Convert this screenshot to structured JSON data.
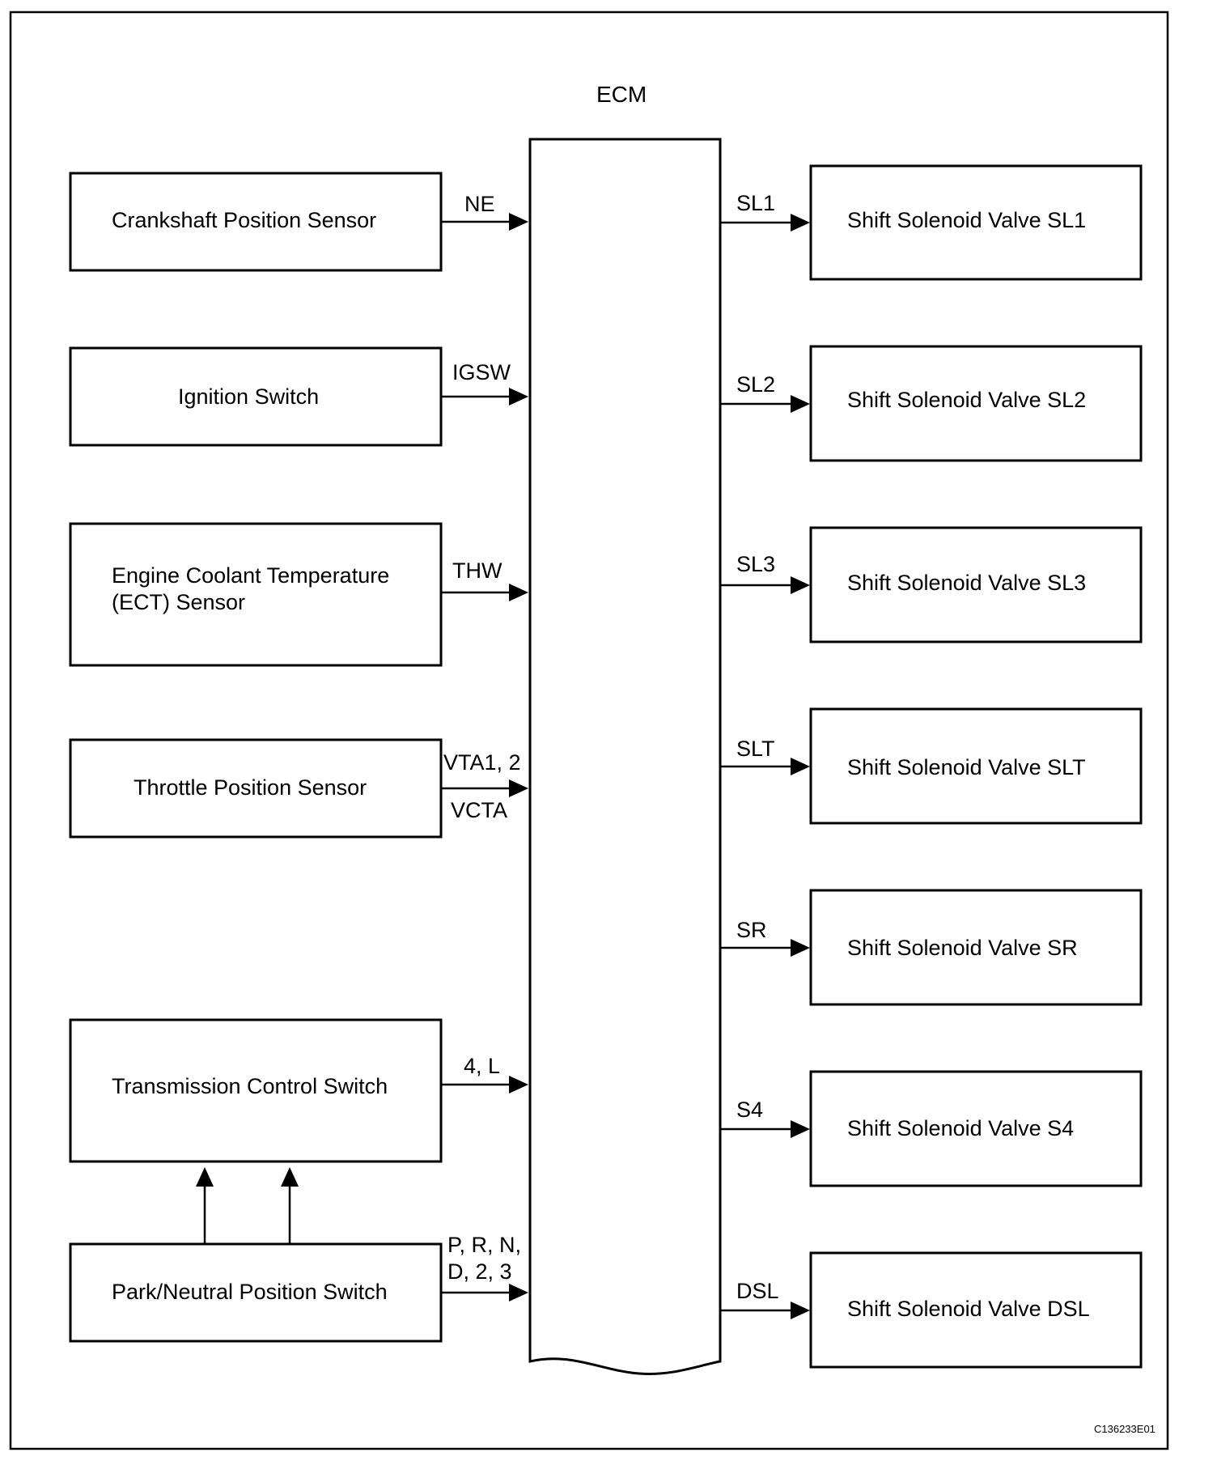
{
  "diagram": {
    "ecm_label": "ECM",
    "figure_code": "C136233E01",
    "inputs": [
      {
        "name": "Crankshaft Position Sensor",
        "signal": "NE"
      },
      {
        "name": "Ignition Switch",
        "signal": "IGSW"
      },
      {
        "name": "Engine Coolant Temperature",
        "name_line2": "(ECT) Sensor",
        "signal": "THW"
      },
      {
        "name": "Throttle Position Sensor",
        "signal": "VTA1, 2",
        "signal_below": "VCTA"
      },
      {
        "name": "Transmission Control Switch",
        "signal": "4, L"
      },
      {
        "name": "Park/Neutral Position Switch",
        "signal": "P, R, N,",
        "signal_line2": "D, 2, 3"
      }
    ],
    "outputs": [
      {
        "name": "Shift Solenoid Valve SL1",
        "signal": "SL1"
      },
      {
        "name": "Shift Solenoid Valve SL2",
        "signal": "SL2"
      },
      {
        "name": "Shift Solenoid Valve SL3",
        "signal": "SL3"
      },
      {
        "name": "Shift Solenoid Valve SLT",
        "signal": "SLT"
      },
      {
        "name": "Shift Solenoid Valve SR",
        "signal": "SR"
      },
      {
        "name": "Shift Solenoid Valve S4",
        "signal": "S4"
      },
      {
        "name": "Shift Solenoid Valve DSL",
        "signal": "DSL"
      }
    ]
  }
}
